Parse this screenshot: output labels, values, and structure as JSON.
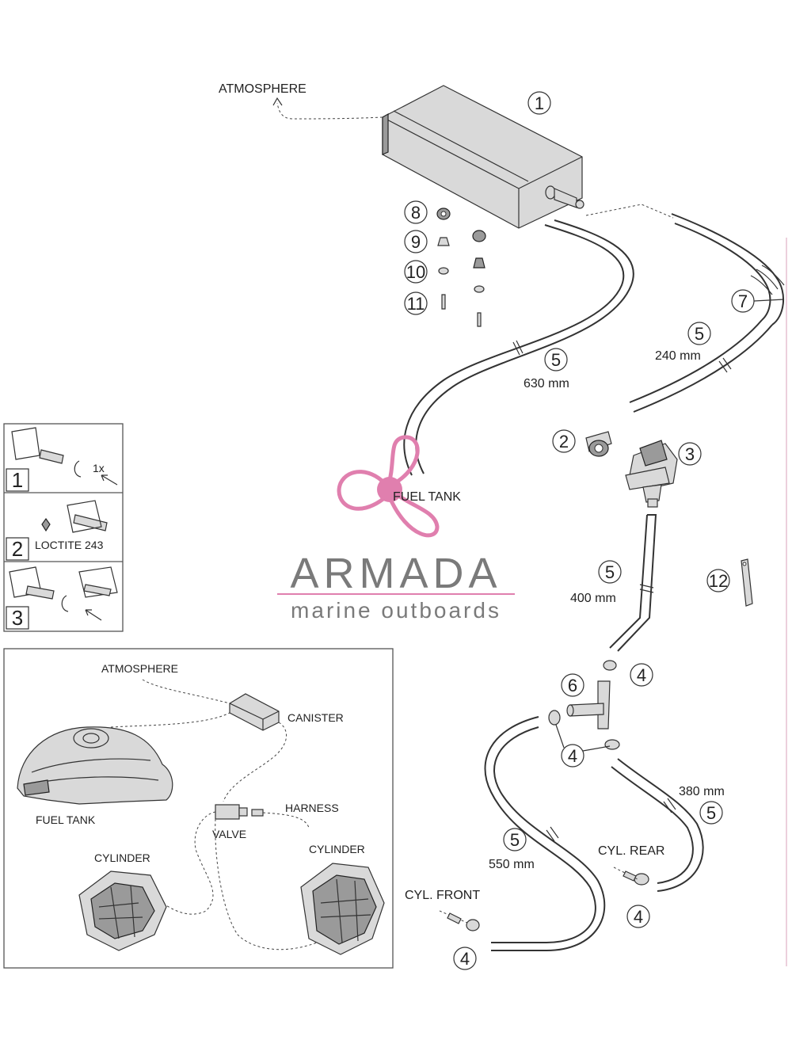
{
  "labels": {
    "atmosphere_main": "ATMOSPHERE",
    "fuel_tank_main": "FUEL TANK",
    "cyl_front": "CYL. FRONT",
    "cyl_rear": "CYL. REAR"
  },
  "callouts": {
    "c1": "1",
    "c2": "2",
    "c3": "3",
    "c4a": "4",
    "c4b": "4",
    "c4c": "4",
    "c4d": "4",
    "c5a": "5",
    "c5b": "5",
    "c5c": "5",
    "c5d": "5",
    "c5e": "5",
    "c6": "6",
    "c7": "7",
    "c8": "8",
    "c9": "9",
    "c10": "10",
    "c11": "11",
    "c12": "12"
  },
  "lengths": {
    "hose_630": "630 mm",
    "hose_240": "240 mm",
    "hose_400": "400 mm",
    "hose_380": "380 mm",
    "hose_550": "550 mm"
  },
  "instructions": {
    "step1_num": "1",
    "step1_note": "1x",
    "step2_num": "2",
    "step2_note": "LOCTITE 243",
    "step3_num": "3"
  },
  "overview": {
    "atmosphere": "ATMOSPHERE",
    "canister": "CANISTER",
    "fuel_tank": "FUEL TANK",
    "harness": "HARNESS",
    "valve": "VALVE",
    "cylinder_left": "CYLINDER",
    "cylinder_right": "CYLINDER"
  },
  "brand": {
    "name": "ARMADA",
    "tagline": "marine outboards",
    "logo_color": "#e07fae"
  }
}
